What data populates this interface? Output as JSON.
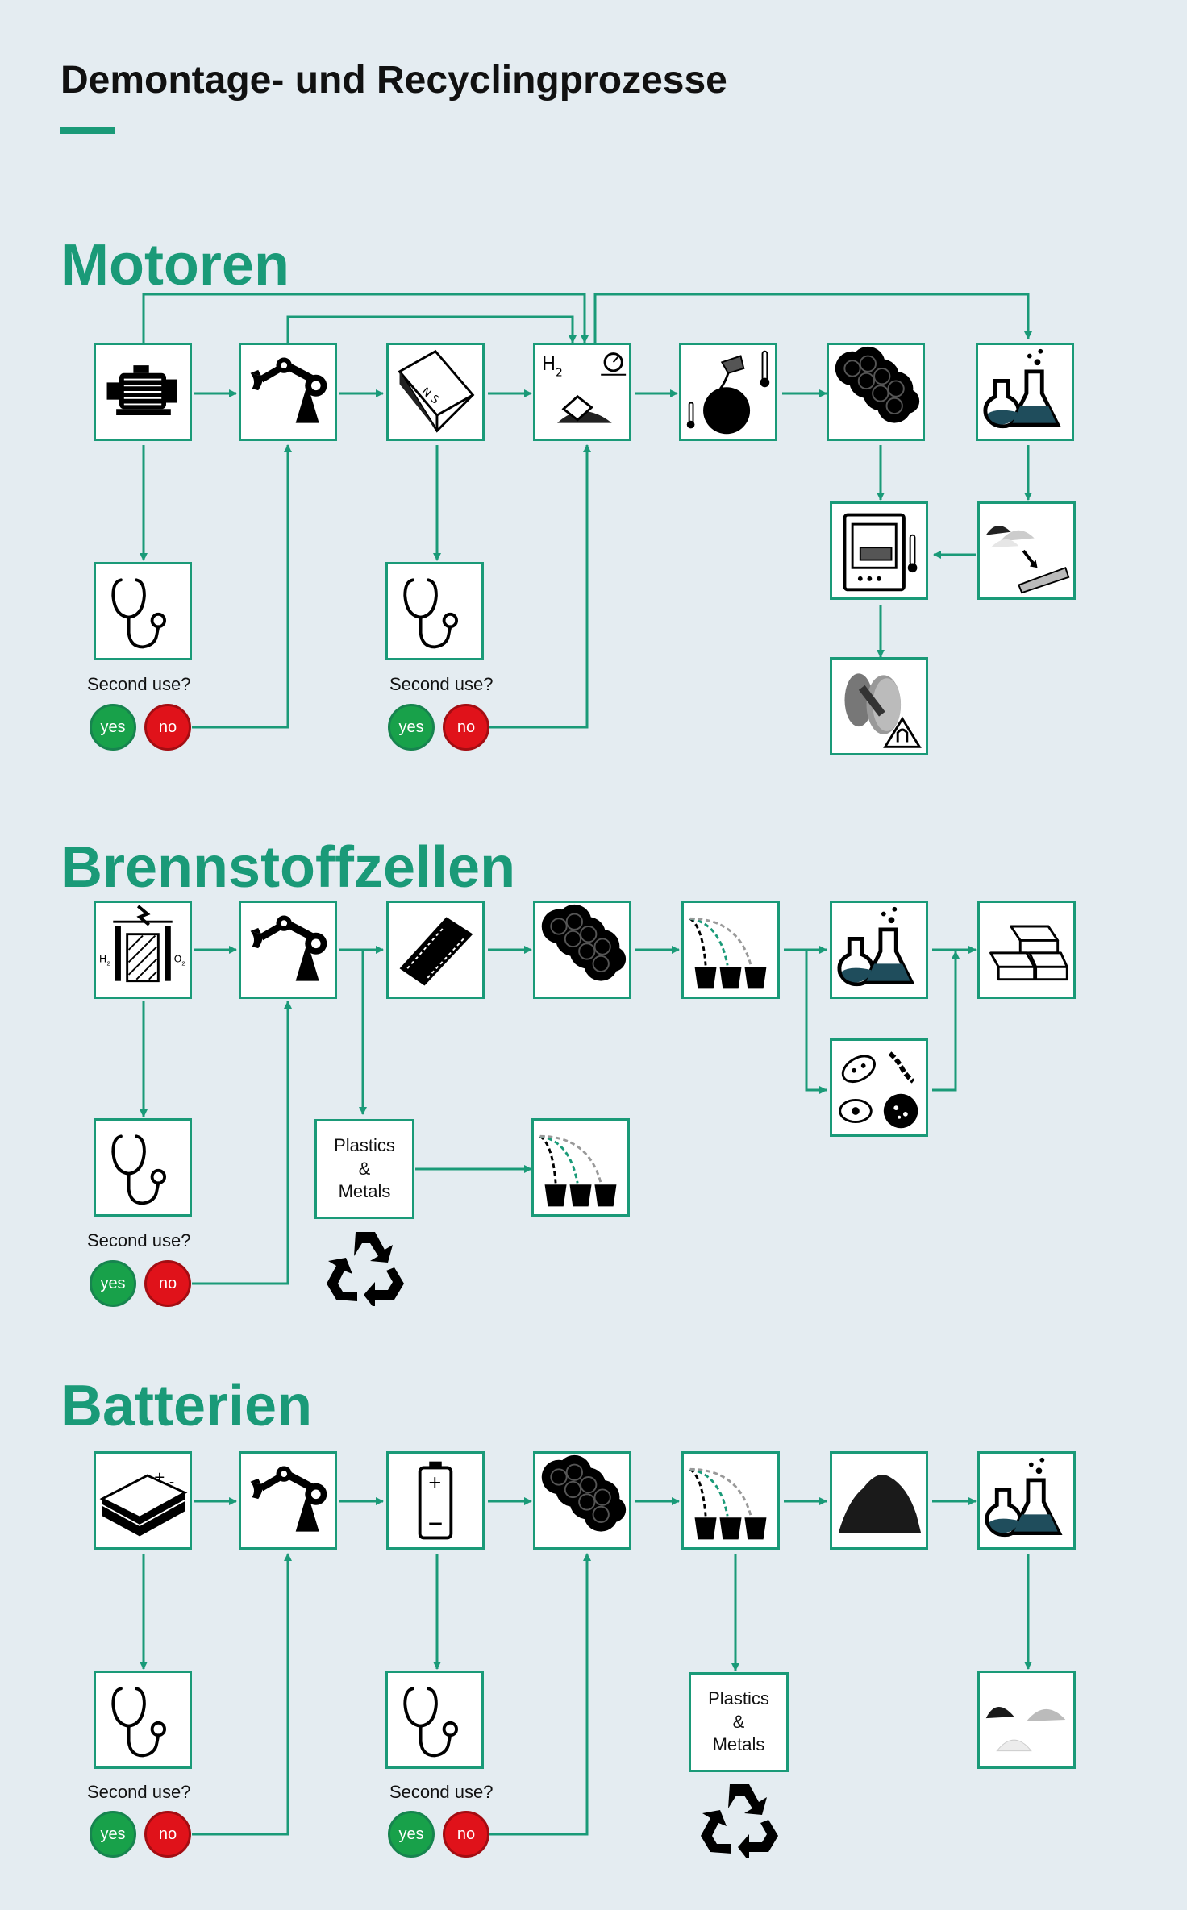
{
  "title": "Demontage- und Recyclingprozesse",
  "colors": {
    "accent": "#1a9a78",
    "yes": "#18a14a",
    "no": "#e0121a",
    "background": "#e4ecf1"
  },
  "sections": {
    "motoren": {
      "heading": "Motoren",
      "steps": [
        "motor-icon",
        "robot-arm-icon",
        "magnet-block-icon",
        "hydrogen-decrepitation-icon",
        "furnace-icon",
        "grinding-rollers-icon",
        "chemistry-flasks-icon",
        "oven-icon",
        "powder-pressing-icon",
        "sintered-magnet-icon"
      ],
      "second_use_label": "Second use?",
      "yes": "yes",
      "no": "no"
    },
    "brennstoffzellen": {
      "heading": "Brennstoffzellen",
      "steps": [
        "fuel-cell-icon",
        "robot-arm-icon",
        "membrane-plate-icon",
        "grinding-rollers-icon",
        "sorting-icon",
        "chemistry-flasks-icon",
        "gold-bars-icon",
        "bacteria-icon",
        "sorting-icon"
      ],
      "second_use_label": "Second use?",
      "yes": "yes",
      "no": "no",
      "plastics_line1": "Plastics",
      "plastics_line2": "&",
      "plastics_line3": "Metals"
    },
    "batterien": {
      "heading": "Batterien",
      "steps": [
        "battery-pack-icon",
        "robot-arm-icon",
        "battery-cell-icon",
        "grinding-rollers-icon",
        "sorting-icon",
        "black-mass-icon",
        "chemistry-flasks-icon",
        "powders-icon"
      ],
      "second_use_label": "Second use?",
      "yes": "yes",
      "no": "no",
      "plastics_line1": "Plastics",
      "plastics_line2": "&",
      "plastics_line3": "Metals"
    }
  }
}
